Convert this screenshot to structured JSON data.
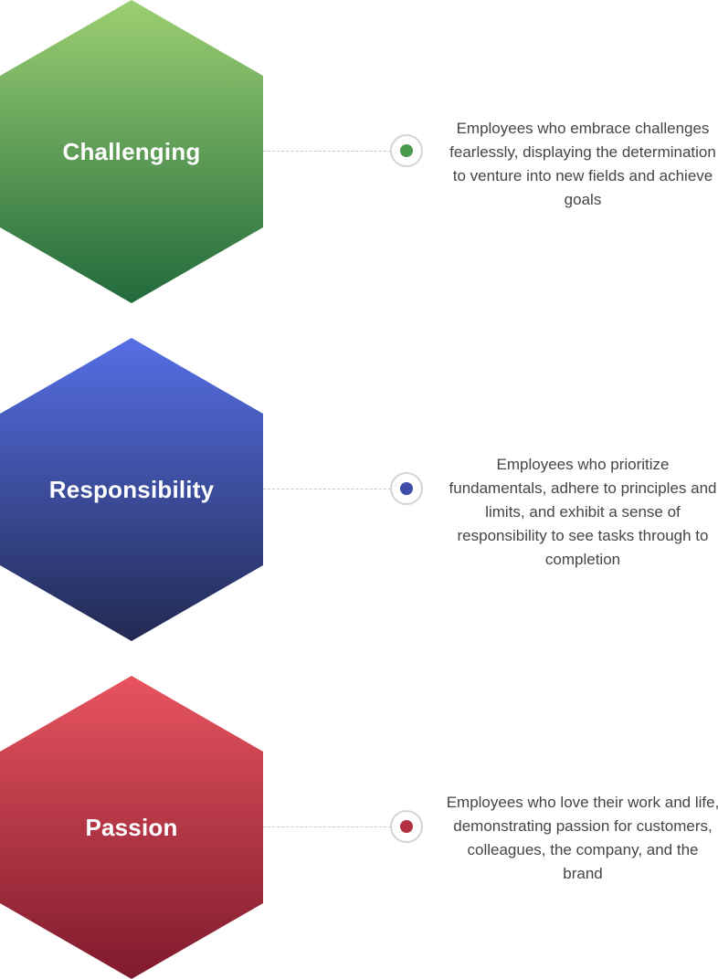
{
  "colors": {
    "challenging_top": "#9ccf72",
    "challenging_bottom": "#226a3c",
    "challenging_dot": "#4a9a4e",
    "responsibility_top": "#556fe6",
    "responsibility_bottom": "#222a52",
    "responsibility_dot": "#3e4ea8",
    "passion_top": "#e8545f",
    "passion_bottom": "#7e1a2c",
    "passion_dot": "#b23042"
  },
  "values": [
    {
      "title": "Challenging",
      "description": "Employees who embrace challenges fearlessly, displaying the determination to venture into new fields and achieve goals"
    },
    {
      "title": "Responsibility",
      "description": "Employees who prioritize fundamentals, adhere to principles and limits, and exhibit a sense of responsibility to see tasks through to completion"
    },
    {
      "title": "Passion",
      "description": "Employees who love their work and life, demonstrating passion for customers, colleagues, the company, and the brand"
    }
  ]
}
